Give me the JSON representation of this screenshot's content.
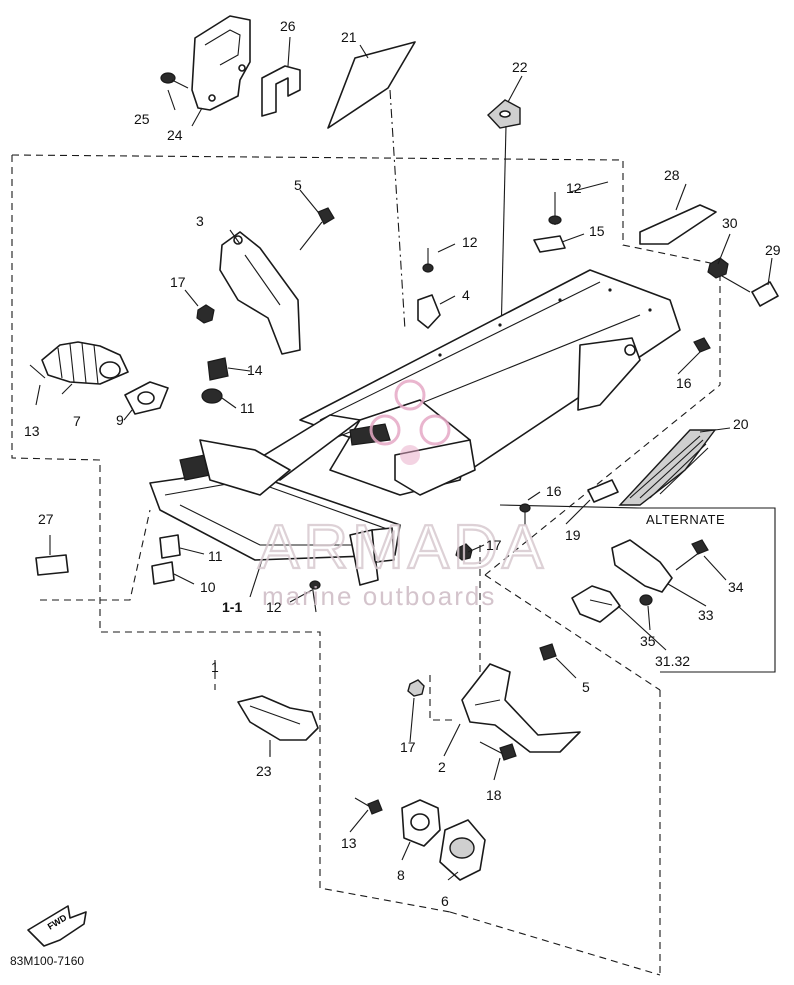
{
  "diagram": {
    "drawing_code": "83M100-7160",
    "alternate_label": "ALTERNATE",
    "fwd_label": "FWD",
    "watermark": {
      "brand": "ARMADA",
      "tagline": "marine outboards"
    },
    "callouts": [
      {
        "id": "c1",
        "text": "1"
      },
      {
        "id": "c1-1",
        "text": "1-1"
      },
      {
        "id": "c2",
        "text": "2"
      },
      {
        "id": "c3",
        "text": "3"
      },
      {
        "id": "c4",
        "text": "4"
      },
      {
        "id": "c5a",
        "text": "5"
      },
      {
        "id": "c5b",
        "text": "5"
      },
      {
        "id": "c6",
        "text": "6"
      },
      {
        "id": "c7",
        "text": "7"
      },
      {
        "id": "c8",
        "text": "8"
      },
      {
        "id": "c9",
        "text": "9"
      },
      {
        "id": "c10",
        "text": "10"
      },
      {
        "id": "c11a",
        "text": "11"
      },
      {
        "id": "c11b",
        "text": "11"
      },
      {
        "id": "c12a",
        "text": "12"
      },
      {
        "id": "c12b",
        "text": "12"
      },
      {
        "id": "c12c",
        "text": "12"
      },
      {
        "id": "c13a",
        "text": "13"
      },
      {
        "id": "c13b",
        "text": "13"
      },
      {
        "id": "c14",
        "text": "14"
      },
      {
        "id": "c15",
        "text": "15"
      },
      {
        "id": "c16a",
        "text": "16"
      },
      {
        "id": "c16b",
        "text": "16"
      },
      {
        "id": "c17a",
        "text": "17"
      },
      {
        "id": "c17b",
        "text": "17"
      },
      {
        "id": "c17c",
        "text": "17"
      },
      {
        "id": "c18",
        "text": "18"
      },
      {
        "id": "c19",
        "text": "19"
      },
      {
        "id": "c20",
        "text": "20"
      },
      {
        "id": "c21",
        "text": "21"
      },
      {
        "id": "c22",
        "text": "22"
      },
      {
        "id": "c23",
        "text": "23"
      },
      {
        "id": "c24",
        "text": "24"
      },
      {
        "id": "c25",
        "text": "25"
      },
      {
        "id": "c26",
        "text": "26"
      },
      {
        "id": "c27",
        "text": "27"
      },
      {
        "id": "c28",
        "text": "28"
      },
      {
        "id": "c29",
        "text": "29"
      },
      {
        "id": "c30",
        "text": "30"
      },
      {
        "id": "c3132",
        "text": "31.32"
      },
      {
        "id": "c33",
        "text": "33"
      },
      {
        "id": "c34",
        "text": "34"
      },
      {
        "id": "c35",
        "text": "35"
      }
    ]
  }
}
